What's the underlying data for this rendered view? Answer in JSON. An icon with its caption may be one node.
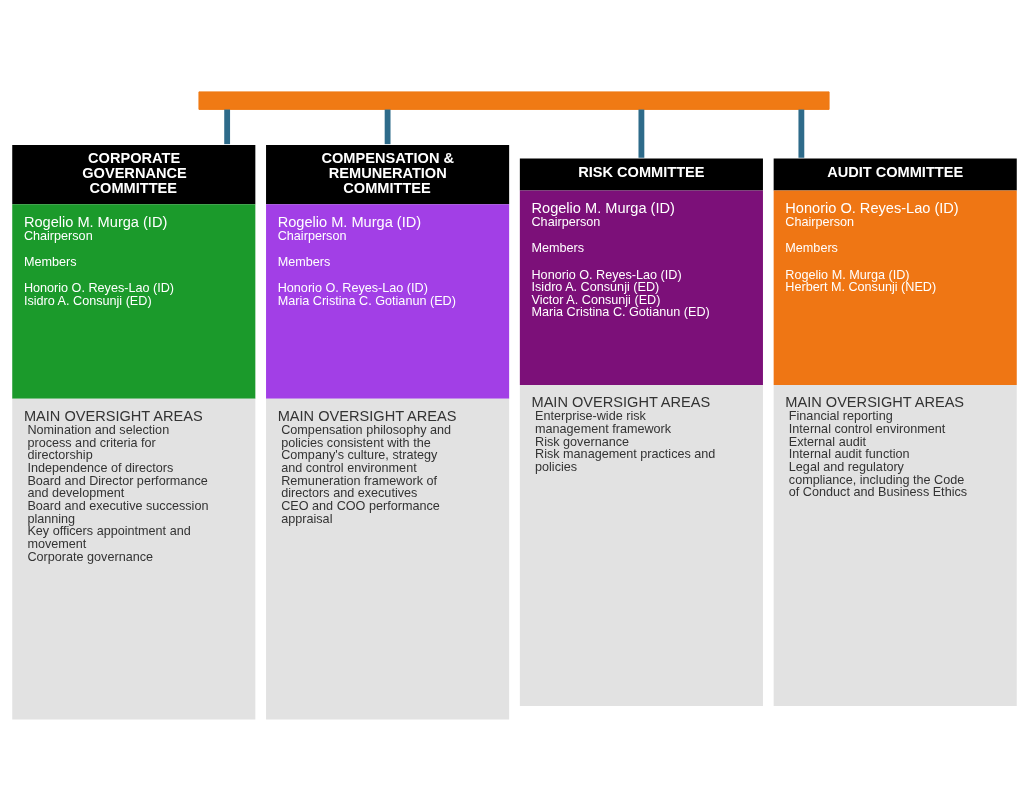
{
  "diagram": {
    "nodes": [
      {
        "text": [],
        "shape": "bar"
      },
      {
        "text": [
          "CORPORATE GOVERNANCE COMMITTEE",
          "Rogelio M. Murga (ID)",
          "Chairperson",
          "Members",
          "Honorio O. Reyes-Lao (ID)",
          "Isidro A. Consunji (ED)",
          "MAIN OVERSIGHT AREAS",
          "Nomination and selection process and criteria for directorship",
          "Independence of directors",
          "Board and Director performance and development",
          "Board and executive succession planning",
          "Key officers appointment and movement",
          "Corporate governance"
        ]
      },
      {
        "text": [
          "COMPENSATION & REMUNERATION COMMITTEE",
          "Rogelio M. Murga (ID)",
          "Chairperson",
          "Members",
          "Honorio O. Reyes-Lao (ID)",
          "Maria Cristina C. Gotianun (ED)",
          "MAIN OVERSIGHT AREAS",
          "Compensation philosophy and policies consistent with the Company's culture, strategy and control environment",
          "Remuneration framework of directors and executives",
          "CEO and COO performance appraisal"
        ]
      },
      {
        "text": [
          "RISK COMMITTEE",
          "Rogelio M. Murga (ID)",
          "Chairperson",
          "Members",
          "Honorio O. Reyes-Lao (ID)",
          "Isidro A. Consunji (ED)",
          "Victor A. Consunji (ED)",
          "Maria Cristina C. Gotianun (ED)",
          "MAIN OVERSIGHT AREAS",
          "Enterprise-wide risk management framework",
          "Risk governance",
          "Risk management practices and policies"
        ]
      },
      {
        "text": [
          "AUDIT COMMITTEE",
          "Honorio O. Reyes-Lao (ID)",
          "Chairperson",
          "Members",
          "Rogelio M. Murga (ID)",
          "Herbert M. Consunji (NED)",
          "MAIN OVERSIGHT AREAS",
          "Financial reporting",
          "Internal control environment",
          "External audit",
          "Internal audit function",
          "Legal and regulatory compliance, including the Code of Conduct and Business Ethics"
        ]
      }
    ],
    "edges": [
      {
        "from": 0,
        "to": 1,
        "arrow": "none"
      },
      {
        "from": 0,
        "to": 2,
        "arrow": "none"
      },
      {
        "from": 0,
        "to": 3,
        "arrow": "none"
      },
      {
        "from": 0,
        "to": 4,
        "arrow": "none"
      }
    ]
  }
}
